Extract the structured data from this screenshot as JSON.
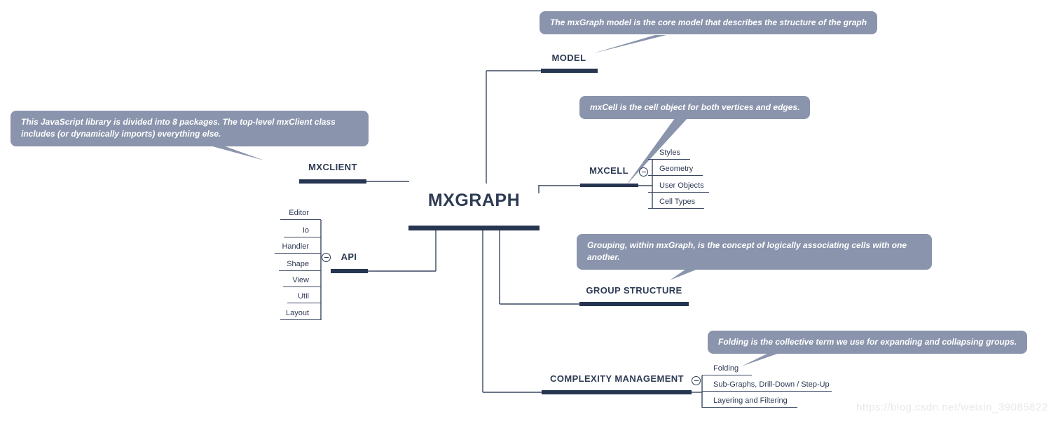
{
  "root": {
    "label": "MXGRAPH"
  },
  "model": {
    "label": "MODEL",
    "callout": "The mxGraph model is the core model that describes the structure of the graph"
  },
  "mxcell": {
    "label": "MXCELL",
    "callout": "mxCell is the cell object for both vertices and edges.",
    "children": [
      "Styles",
      "Geometry",
      "User Objects",
      "Cell Types"
    ]
  },
  "mxclient": {
    "label": "MXCLIENT",
    "callout": "This JavaScript library is divided into 8 packages.  The top-level mxClient class includes (or dynamically imports) everything else."
  },
  "api": {
    "label": "API",
    "children": [
      "Editor",
      "Io",
      "Handler",
      "Shape",
      "View",
      "Util",
      "Layout"
    ]
  },
  "group_structure": {
    "label": "GROUP STRUCTURE",
    "callout": "Grouping, within mxGraph, is the concept of logically associating cells with one another."
  },
  "complexity_management": {
    "label": "COMPLEXITY MANAGEMENT",
    "callout": "Folding is the collective term we use for expanding and collapsing groups.",
    "children": [
      "Folding",
      "Sub-Graphs, Drill-Down / Step-Up",
      "Layering and Filtering"
    ]
  },
  "watermark": "https://blog.csdn.net/weixin_39085822",
  "colors": {
    "node_text": "#2e3b54",
    "thin_line": "#3a4760",
    "bar": "#273650",
    "callout_bg": "#8a94ac",
    "callout_text": "#ffffff",
    "watermark": "#e8e8e8"
  },
  "icons": {
    "collapse": "minus-in-circle"
  }
}
